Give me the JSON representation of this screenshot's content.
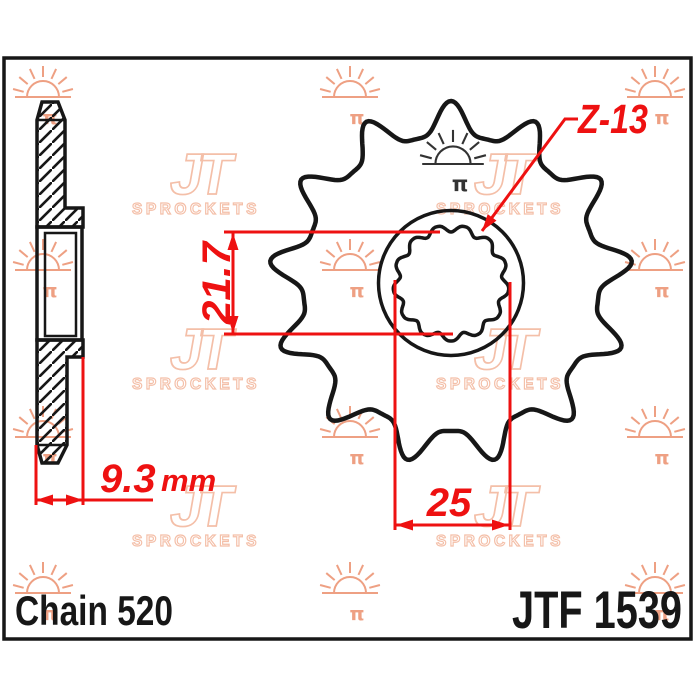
{
  "labels": {
    "chain": "Chain 520",
    "part_number": "JTF 1539"
  },
  "dimensions": {
    "teeth_count_label": "Z-13",
    "bore_height": "21.7",
    "bore_width": "25",
    "width_value": "9.3",
    "width_unit": "mm"
  },
  "sprocket": {
    "teeth": 13
  },
  "watermark": {
    "monogram": "JT",
    "subtext": "SPROCKETS",
    "sun_mark": "π"
  },
  "colors": {
    "line_black": "#171717",
    "dimension_red": "#ee1111",
    "watermark_sun": "#eea083",
    "watermark_logo": "#f4bfa8",
    "background": "#ffffff"
  }
}
